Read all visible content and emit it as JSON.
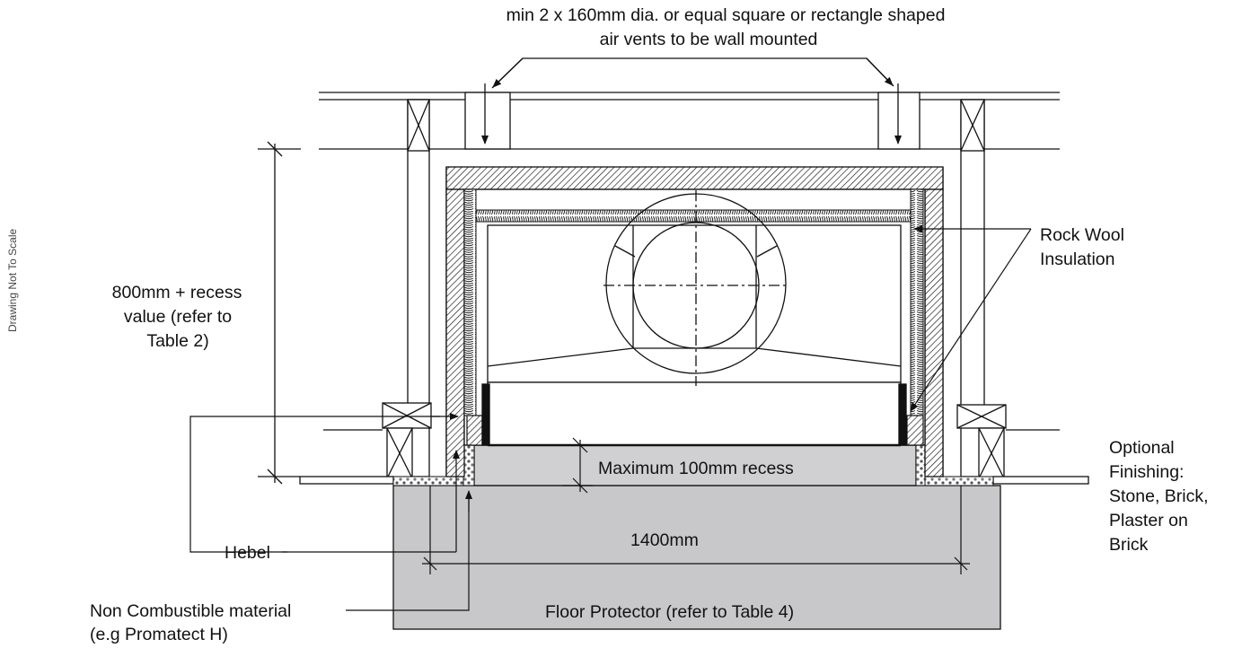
{
  "side_note": "Drawing Not To Scale",
  "labels": {
    "vents_line1": "min 2 x 160mm dia. or equal square or rectangle shaped",
    "vents_line2": "air vents to be wall mounted",
    "height_line1": "800mm + recess",
    "height_line2": "value (refer to",
    "height_line3": "Table 2)",
    "rockwool_line1": "Rock Wool",
    "rockwool_line2": "Insulation",
    "finishing_line1": "Optional",
    "finishing_line2": "Finishing:",
    "finishing_line3": "Stone, Brick,",
    "finishing_line4": "Plaster on",
    "finishing_line5": "Brick",
    "recess": "Maximum 100mm recess",
    "width": "1400mm",
    "hebel": "Hebel",
    "noncomb_line1": "Non Combustible material",
    "noncomb_line2": "(e.g Promatect H)",
    "floor_protector": "Floor Protector (refer to Table 4)"
  },
  "colors": {
    "line": "#111111",
    "floor_protector_fill": "#c8c8ca",
    "hearth_fill": "#d0d0d2",
    "insulation_fill": "#ffffff"
  }
}
